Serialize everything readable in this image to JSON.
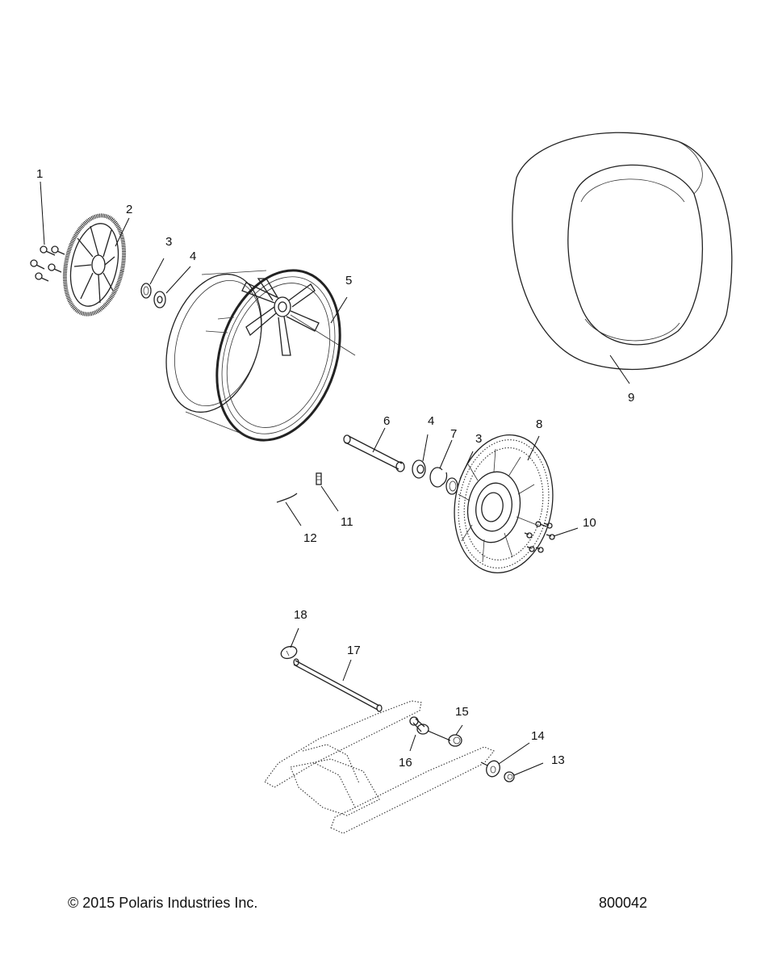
{
  "diagram": {
    "title": "Rear wheel and swingarm exploded parts diagram",
    "callouts": [
      "1",
      "2",
      "3",
      "4",
      "5",
      "6",
      "4",
      "7",
      "3",
      "8",
      "9",
      "10",
      "11",
      "12",
      "13",
      "14",
      "15",
      "16",
      "17",
      "18"
    ]
  },
  "parts": [
    {
      "ref": "1",
      "name": "bolts"
    },
    {
      "ref": "2",
      "name": "drive-sprocket-pulley"
    },
    {
      "ref": "3",
      "name": "seal"
    },
    {
      "ref": "4",
      "name": "bearing"
    },
    {
      "ref": "5",
      "name": "rear-wheel-rim"
    },
    {
      "ref": "6",
      "name": "spacer-tube"
    },
    {
      "ref": "7",
      "name": "snap-ring"
    },
    {
      "ref": "8",
      "name": "brake-disc"
    },
    {
      "ref": "9",
      "name": "tire"
    },
    {
      "ref": "10",
      "name": "disc-bolts"
    },
    {
      "ref": "11",
      "name": "valve-stem"
    },
    {
      "ref": "12",
      "name": "balance-weight"
    },
    {
      "ref": "13",
      "name": "nut"
    },
    {
      "ref": "14",
      "name": "washer"
    },
    {
      "ref": "15",
      "name": "bushing"
    },
    {
      "ref": "16",
      "name": "sleeve"
    },
    {
      "ref": "17",
      "name": "pivot-shaft"
    },
    {
      "ref": "18",
      "name": "cap"
    }
  ],
  "footer": {
    "copyright": "© 2015 Polaris Industries Inc.",
    "drawing_number": "800042"
  }
}
